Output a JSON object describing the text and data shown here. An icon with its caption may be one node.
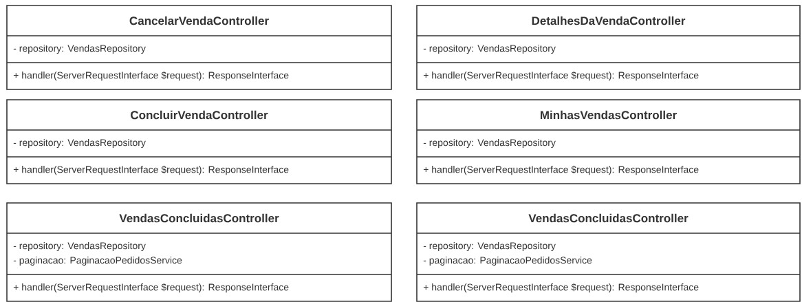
{
  "diagram": {
    "nodes": [
      {
        "text": [
          "CancelarVendaController",
          "- repository: VendasRepository",
          "+ handler(ServerRequestInterface $request): ResponseInterface"
        ]
      },
      {
        "text": [
          "DetalhesDaVendaController",
          "- repository: VendasRepository",
          "+ handler(ServerRequestInterface $request): ResponseInterface"
        ]
      },
      {
        "text": [
          "ConcluirVendaController",
          "- repository: VendasRepository",
          "+ handler(ServerRequestInterface $request): ResponseInterface"
        ]
      },
      {
        "text": [
          "MinhasVendasController",
          "- repository: VendasRepository",
          "+ handler(ServerRequestInterface $request): ResponseInterface"
        ]
      },
      {
        "text": [
          "VendasConcluidasController",
          "- repository: VendasRepository",
          "- paginacao: PaginacaoPedidosService",
          "+ handler(ServerRequestInterface $request): ResponseInterface"
        ]
      },
      {
        "text": [
          "VendasConcluidasController",
          "- repository: VendasRepository",
          "- paginacao: PaginacaoPedidosService",
          "+ handler(ServerRequestInterface $request): ResponseInterface"
        ]
      }
    ]
  }
}
